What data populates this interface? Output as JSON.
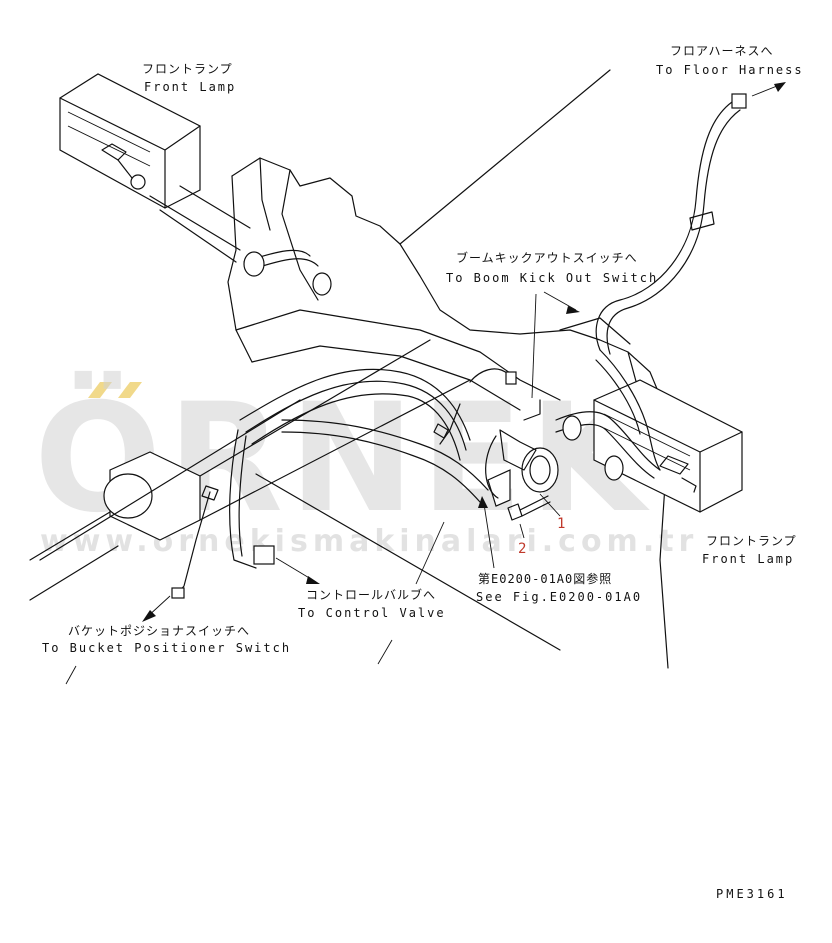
{
  "watermark": {
    "brand": "ÖRNEK",
    "url": "www.ornekismakinalari.com.tr",
    "color": "#cfcfcf",
    "accent_color": "#f1d98a"
  },
  "labels": {
    "front_lamp_left_jp": "フロントランプ",
    "front_lamp_left_en": "Front Lamp",
    "floor_harness_jp": "フロアハーネスへ",
    "floor_harness_en": "To Floor Harness",
    "boom_kick_jp": "ブームキックアウトスイッチへ",
    "boom_kick_en": "To Boom Kick Out Switch",
    "front_lamp_right_jp": "フロントランプ",
    "front_lamp_right_en": "Front Lamp",
    "see_fig_jp": "第E0200-01A0図参照",
    "see_fig_en": "See Fig.E0200-01A0",
    "control_valve_jp": "コントロールバルブへ",
    "control_valve_en": "To Control Valve",
    "bucket_jp": "バケットポジショナスイッチへ",
    "bucket_en": "To Bucket Positioner Switch"
  },
  "callouts": {
    "part_1": "1",
    "part_2": "2"
  },
  "drawing_code": "PME3161",
  "colors": {
    "line": "#111111",
    "callout": "#c0392b"
  }
}
